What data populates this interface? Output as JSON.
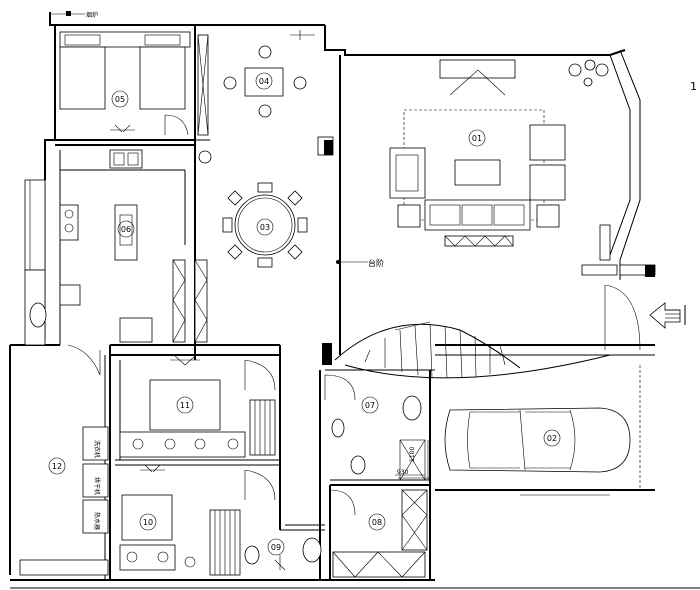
{
  "labels": {
    "top_note": "烟炉",
    "steps": "台阶",
    "dim_width": "930",
    "dim_height": "1100",
    "appliance_1": "洗衣机",
    "appliance_2": "烘干机",
    "appliance_3": "热水器",
    "right_edge": "1"
  },
  "rooms": [
    {
      "id": "01"
    },
    {
      "id": "02"
    },
    {
      "id": "03"
    },
    {
      "id": "04"
    },
    {
      "id": "05"
    },
    {
      "id": "06"
    },
    {
      "id": "07"
    },
    {
      "id": "08"
    },
    {
      "id": "09"
    },
    {
      "id": "10"
    },
    {
      "id": "11"
    },
    {
      "id": "12"
    }
  ]
}
